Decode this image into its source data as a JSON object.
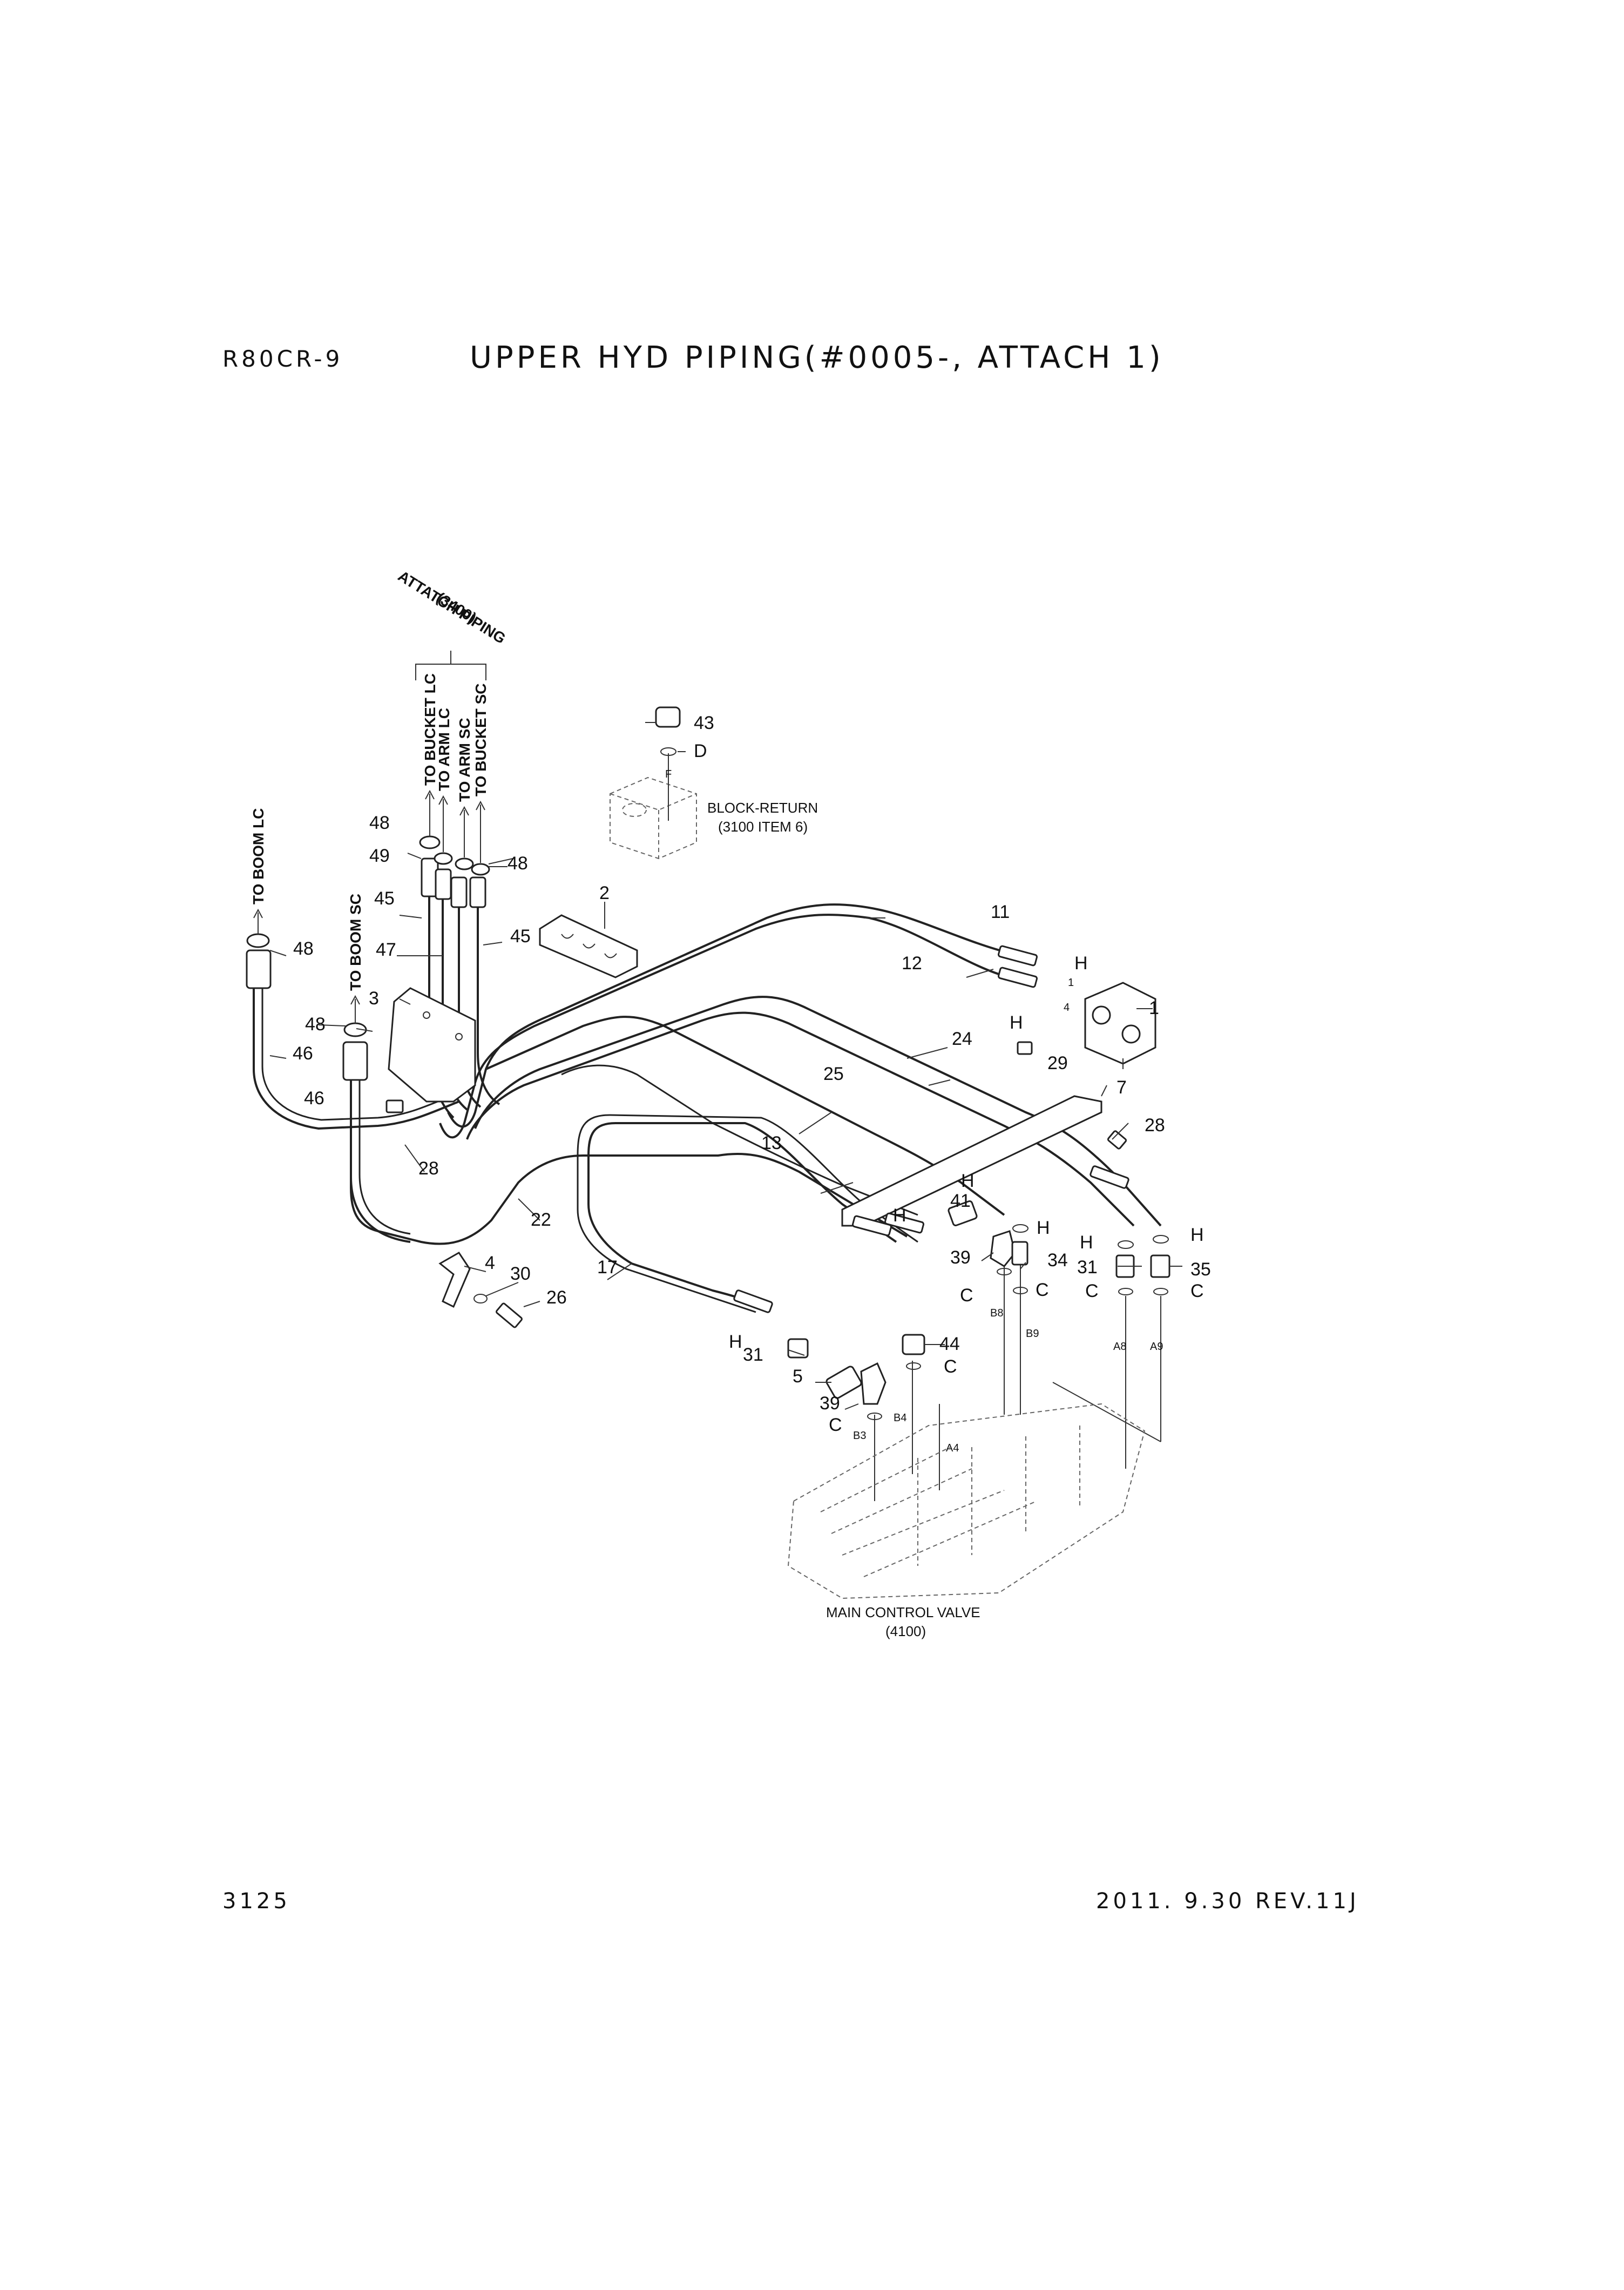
{
  "header": {
    "model": "R80CR-9",
    "title": "UPPER HYD PIPING(#0005-, ATTACH 1)"
  },
  "footer": {
    "page_number": "3125",
    "revision": "2011. 9.30 REV.11J"
  },
  "annotations": {
    "attach_piping": "ATTATCH PIPING",
    "attach_piping_ref": "(3400)",
    "to_bucket_lc": "TO BUCKET LC",
    "to_arm_lc": "TO ARM LC",
    "to_arm_sc": "TO ARM SC",
    "to_bucket_sc": "TO BUCKET SC",
    "to_boom_lc": "TO BOOM LC",
    "to_boom_sc": "TO BOOM SC",
    "block_return": "BLOCK-RETURN",
    "block_return_ref": "(3100 ITEM 6)",
    "main_control_valve": "MAIN CONTROL VALVE",
    "main_control_valve_ref": "(4100)"
  },
  "callouts": {
    "n1": "1",
    "n2": "2",
    "n3": "3",
    "n4": "4",
    "n5": "5",
    "n7": "7",
    "n11": "11",
    "n12": "12",
    "n13": "13",
    "n17": "17",
    "n22": "22",
    "n24": "24",
    "n25": "25",
    "n26": "26",
    "n28a": "28",
    "n28b": "28",
    "n29": "29",
    "n30": "30",
    "n31a": "31",
    "n31b": "31",
    "n34": "34",
    "n35": "35",
    "n39a": "39",
    "n39b": "39",
    "n41": "41",
    "n43": "43",
    "n44": "44",
    "n45a": "45",
    "n45b": "45",
    "n46a": "46",
    "n46b": "46",
    "n47": "47",
    "n48a": "48",
    "n48b": "48",
    "n48c": "48",
    "n48d": "48",
    "n49": "49",
    "ha": "H",
    "hb": "H",
    "hc": "H",
    "hd": "H",
    "he": "H",
    "hf": "H",
    "hg": "H",
    "hh": "H",
    "ca": "C",
    "cb": "C",
    "cc": "C",
    "cd": "C",
    "ce": "C",
    "cf": "C",
    "d": "D"
  },
  "port_labels": {
    "f": "F",
    "p1": "1",
    "p4": "4",
    "b8": "B8",
    "b9": "B9",
    "a8": "A8",
    "a9": "A9",
    "b3": "B3",
    "b4": "B4",
    "a4": "A4"
  }
}
